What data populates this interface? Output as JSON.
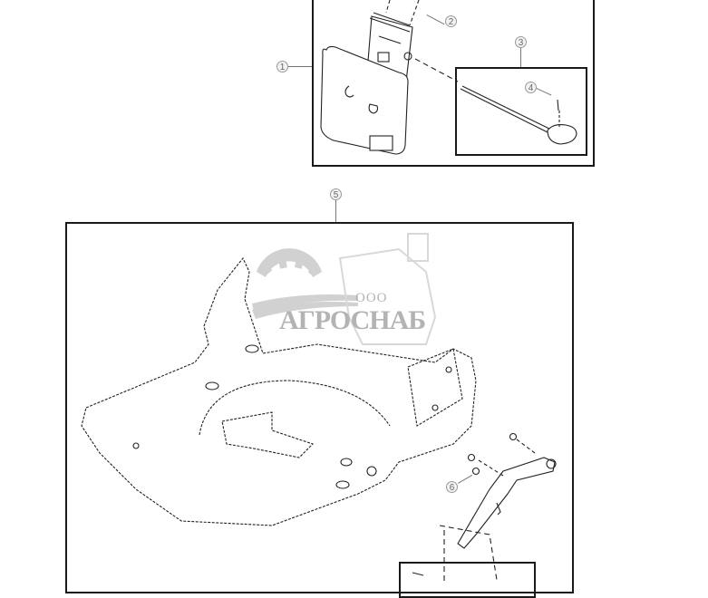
{
  "diagram": {
    "type": "exploded-parts-diagram",
    "subject": "seat frame assembly",
    "callouts": [
      {
        "id": "1",
        "label": "1",
        "target": "backrest bracket assembly box"
      },
      {
        "id": "2",
        "label": "2",
        "target": "pin"
      },
      {
        "id": "3",
        "label": "3",
        "target": "rod assembly inset box"
      },
      {
        "id": "4",
        "label": "4",
        "target": "cotter pin"
      },
      {
        "id": "5",
        "label": "5",
        "target": "seat base frame box"
      },
      {
        "id": "6",
        "label": "6",
        "target": "lever and nuts"
      }
    ]
  },
  "watermark": {
    "prefix": "ООО",
    "name": "АГРОСНАБ",
    "color": "#b3b3b3"
  },
  "colors": {
    "line": "#1a1a1a",
    "callout_border": "#9a9a9a",
    "callout_text": "#666666",
    "background": "#ffffff"
  }
}
